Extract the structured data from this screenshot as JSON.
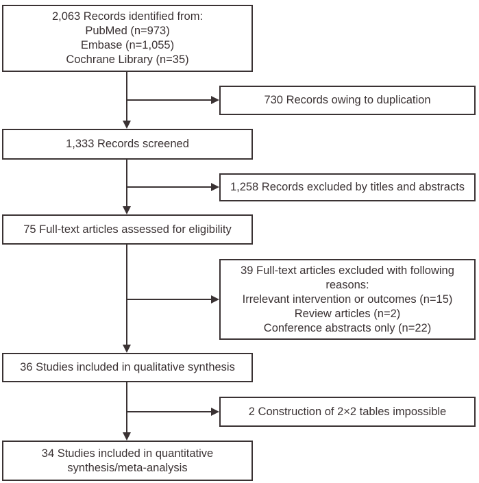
{
  "flow": {
    "identified": {
      "lines": [
        "2,063 Records identified from:",
        "PubMed (n=973)",
        "Embase (n=1,055)",
        "Cochrane Library (n=35)"
      ]
    },
    "duplicates_excluded": {
      "lines": [
        "730 Records owing to duplication"
      ]
    },
    "screened": {
      "lines": [
        "1,333 Records screened"
      ]
    },
    "titles_abstracts_excluded": {
      "lines": [
        "1,258 Records excluded by titles and abstracts"
      ]
    },
    "fulltext_assessed": {
      "lines": [
        "75 Full-text articles assessed for eligibility"
      ]
    },
    "fulltext_excluded": {
      "lines": [
        "39 Full-text articles excluded with following reasons:",
        "Irrelevant intervention or outcomes (n=15)",
        "Review articles (n=2)",
        "Conference abstracts only (n=22)"
      ]
    },
    "qualitative_synthesis": {
      "lines": [
        "36 Studies included in qualitative synthesis"
      ]
    },
    "tables_impossible": {
      "lines": [
        "2 Construction of 2×2 tables impossible"
      ]
    },
    "quantitative_synthesis": {
      "lines": [
        "34 Studies included in quantitative",
        "synthesis/meta-analysis"
      ]
    }
  },
  "colors": {
    "line": "#3a3233",
    "text": "#3a3233",
    "background": "#ffffff"
  }
}
